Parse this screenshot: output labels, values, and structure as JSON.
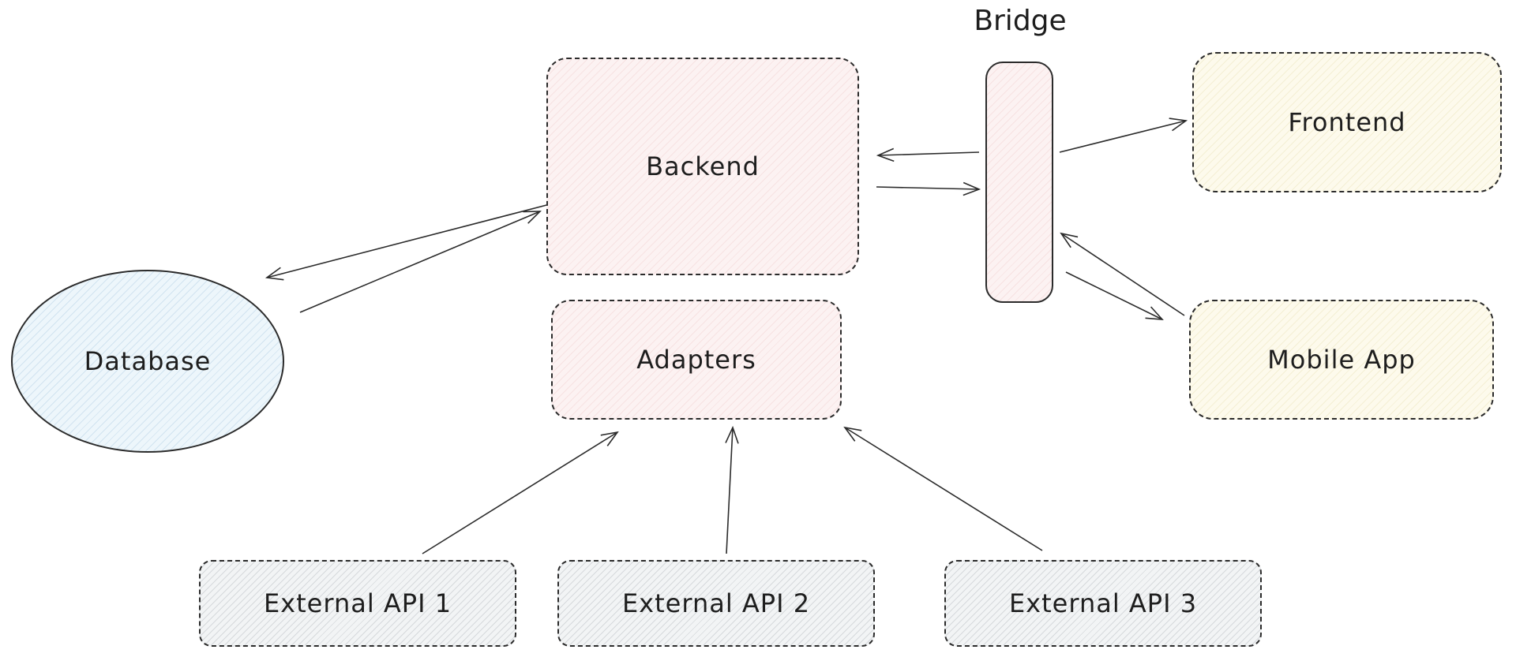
{
  "diagram": {
    "nodes": {
      "database": {
        "label": "Database",
        "shape": "ellipse",
        "fill": "#edf6fb"
      },
      "backend": {
        "label": "Backend",
        "shape": "dashed-rect",
        "fill": "#fcf2f2"
      },
      "adapters": {
        "label": "Adapters",
        "shape": "dashed-rect",
        "fill": "#fcf2f2"
      },
      "bridge": {
        "label": "Bridge",
        "shape": "vertical-pill",
        "fill": "#fcf2f2"
      },
      "frontend": {
        "label": "Frontend",
        "shape": "dashed-rect",
        "fill": "#fdfaec"
      },
      "mobile_app": {
        "label": "Mobile App",
        "shape": "dashed-rect",
        "fill": "#fdfaec"
      },
      "external_api_1": {
        "label": "External API 1",
        "shape": "dashed-rect",
        "fill": "#f2f4f5"
      },
      "external_api_2": {
        "label": "External API 2",
        "shape": "dashed-rect",
        "fill": "#f2f4f5"
      },
      "external_api_3": {
        "label": "External API 3",
        "shape": "dashed-rect",
        "fill": "#f2f4f5"
      }
    },
    "edges": [
      {
        "from": "backend",
        "to": "database"
      },
      {
        "from": "database",
        "to": "backend"
      },
      {
        "from": "bridge",
        "to": "backend"
      },
      {
        "from": "backend",
        "to": "bridge"
      },
      {
        "from": "bridge",
        "to": "frontend"
      },
      {
        "from": "mobile_app",
        "to": "bridge"
      },
      {
        "from": "bridge",
        "to": "mobile_app"
      },
      {
        "from": "external_api_1",
        "to": "adapters"
      },
      {
        "from": "external_api_2",
        "to": "adapters"
      },
      {
        "from": "external_api_3",
        "to": "adapters"
      }
    ],
    "colors": {
      "stroke": "#2b2b2b",
      "database_fill": "#edf6fb",
      "backend_fill": "#fcf2f2",
      "frontend_fill": "#fdfaec",
      "external_fill": "#f2f4f5",
      "background": "#ffffff"
    }
  }
}
